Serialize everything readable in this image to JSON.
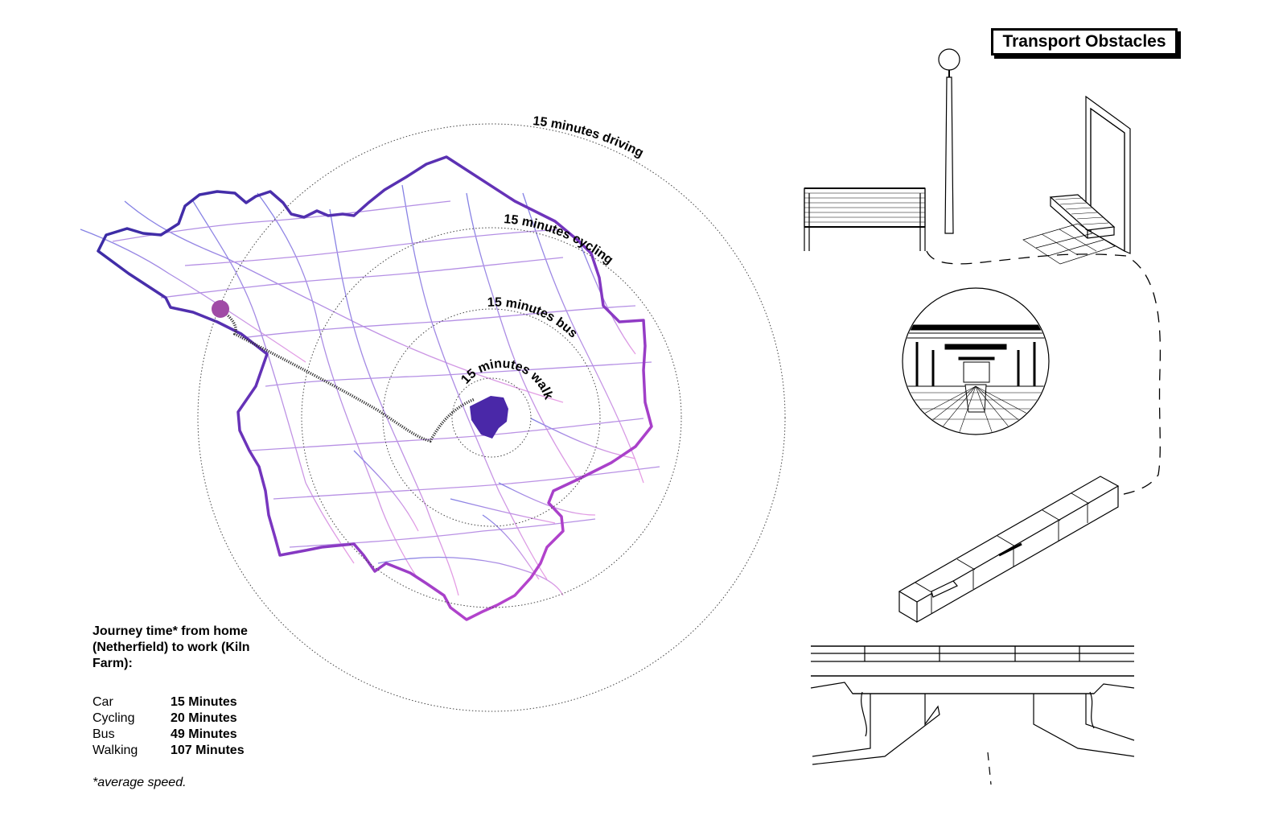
{
  "panel": {
    "title": "Transport Obstacles"
  },
  "rings": [
    {
      "label": "15 minutes driving"
    },
    {
      "label": "15 minutes cycling"
    },
    {
      "label": "15 minutes bus"
    },
    {
      "label": "15 minutes walk"
    }
  ],
  "journey": {
    "heading": "Journey time* from home (Netherfield) to work (Kiln Farm):",
    "modes": [
      {
        "mode": "Car",
        "time": "15 Minutes"
      },
      {
        "mode": "Cycling",
        "time": "20 Minutes"
      },
      {
        "mode": "Bus",
        "time": "49 Minutes"
      },
      {
        "mode": "Walking",
        "time": "107 Minutes"
      }
    ],
    "footnote": "*average speed."
  },
  "colors": {
    "boundary_start": "#3b2fa8",
    "boundary_end": "#d24ad2",
    "roads": "#7f7ad6",
    "home_marker": "#a04aa6",
    "work_zone": "#4a28a8",
    "route": "#333333"
  },
  "obstacles": [
    {
      "icon": "bench-icon"
    },
    {
      "icon": "street-lamp-icon"
    },
    {
      "icon": "bus-shelter-icon"
    },
    {
      "icon": "underpass-icon"
    },
    {
      "icon": "barrier-icon"
    },
    {
      "icon": "bridge-icon"
    }
  ]
}
